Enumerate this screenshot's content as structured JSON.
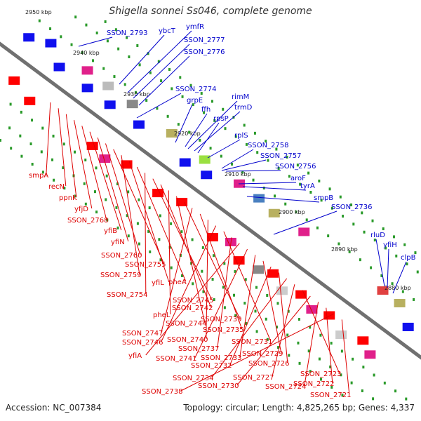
{
  "title": "Shigella sonnei Ss046, complete genome",
  "footer": {
    "accession": "Accession: NC_007384",
    "stats": "Topology: circular; Length: 4,825,265 bp; Genes: 4,337"
  },
  "colors": {
    "backbone": "#707070",
    "forward_label": "#0000cc",
    "reverse_label": "#dd0000",
    "scale_dots": "#2a9a2a"
  },
  "scale_labels": [
    "2950 kbp",
    "2940 kbp",
    "2930 kbp",
    "2920 kbp",
    "2910 kbp",
    "2900 kbp",
    "2890 kbp",
    "2880 kbp"
  ],
  "forward_genes": [
    "SSON_2793",
    "ybcT",
    "ymfR",
    "SSON_2777",
    "SSON_2776",
    "SSON_2774",
    "grpE",
    "ffh",
    "rimM",
    "trmD",
    "rpsP",
    "rplS",
    "SSON_2758",
    "SSON_2757",
    "SSON_2756",
    "aroF",
    "tyrA",
    "smpB",
    "SSON_2736",
    "rluD",
    "yfiH",
    "clpB"
  ],
  "reverse_genes": [
    "smpA",
    "recN",
    "ppnK",
    "yfjD",
    "SSON_2768",
    "yfiB",
    "yfiN",
    "SSON_2760",
    "SSON_2755",
    "SSON_2759",
    "yfiL",
    "pheA",
    "SSON_2754",
    "SSON_2745",
    "SSON_2742",
    "pheL",
    "SSON_2744",
    "SSON_2739",
    "SSON_2747",
    "SSON_2735",
    "SSON_2740",
    "SSON_2746",
    "SSON_2731",
    "SSON_2737",
    "yfiA",
    "SSON_2741",
    "SSON_2733",
    "SSON_2729",
    "SSON_2732",
    "SSON_2726",
    "SSON_2734",
    "SSON_2727",
    "SSON_2723",
    "SSON_2730",
    "SSON_2724",
    "SSON_2722",
    "SSON_2738",
    "SSON_2721"
  ]
}
